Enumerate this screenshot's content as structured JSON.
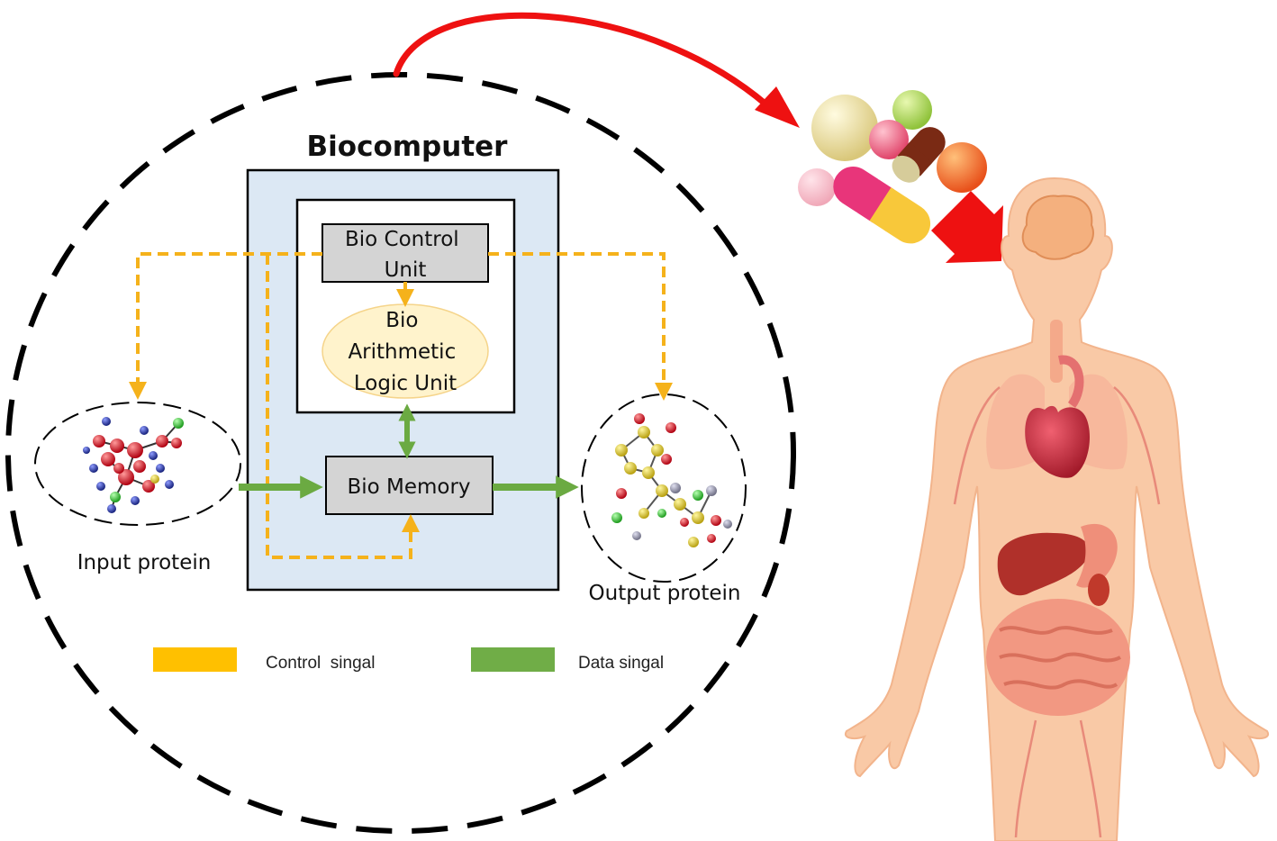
{
  "diagram": {
    "title": "Biocomputer",
    "control_unit": [
      "Bio Control",
      "Unit"
    ],
    "alu": [
      "Bio",
      "Arithmetic",
      "Logic Unit"
    ],
    "memory": "Bio Memory",
    "input": "Input protein",
    "output": "Output protein"
  },
  "legend": {
    "control": {
      "label": "Control  singal",
      "color": "#FFC000"
    },
    "data": {
      "label": "Data singal",
      "color": "#70AD47"
    }
  },
  "colors": {
    "control_signal": "#F5B21B",
    "data_signal": "#6BAA42",
    "biocomputer_fill": "#DCE8F4",
    "unit_fill": "#D4D4D4",
    "alu_fill": "#FFF3CC",
    "delivery_arrow": "#EE1111",
    "body_skin": "#F9C9A6"
  },
  "icons": [
    "dashed-circle",
    "input-protein-molecule",
    "output-protein-molecule",
    "pills-icon",
    "human-body-icon",
    "heart-icon",
    "brain-icon",
    "liver-icon"
  ]
}
